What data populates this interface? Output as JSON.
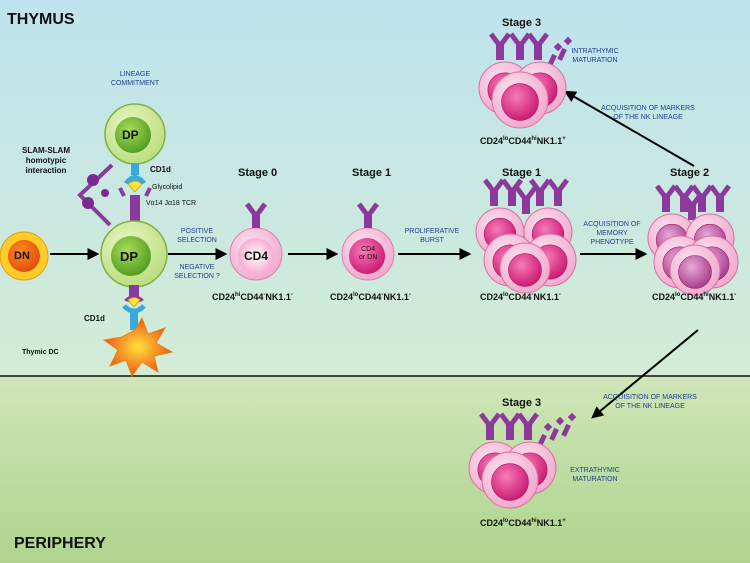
{
  "regions": {
    "thymus": "THYMUS",
    "periphery": "PERIPHERY"
  },
  "cells": {
    "dn": "DN",
    "dp": "DP",
    "cd4": "CD4",
    "cd4_or_dn_line1": "CD4",
    "cd4_or_dn_line2": "or DN"
  },
  "stages": {
    "stage0": "Stage 0",
    "stage1_thymus_small": "Stage 1",
    "stage1_proliferated": "Stage 1",
    "stage2": "Stage 2",
    "stage3_intrathymic": "Stage 3",
    "stage3_extrathymic": "Stage 3"
  },
  "labels": {
    "lineage_commitment": "LINEAGE COMMITMENT",
    "slam": "SLAM-SLAM homotypic interaction",
    "cd1d_upper": "CD1d",
    "glycolipid": "Glycolipid",
    "tcr": "Vα14 Jα18 TCR",
    "positive_selection": "POSITIVE SELECTION",
    "negative_selection": "NEGATIVE SELECTION ?",
    "cd1d_lower": "CD1d",
    "thymic_dc": "Thymic DC",
    "proliferative_burst": "PROLIFERATIVE BURST",
    "memory_phenotype": "ACQUISITION OF MEMORY PHENOTYPE",
    "nk_markers_top": "ACQUISITION OF MARKERS OF THE NK LINEAGE",
    "intrathymic": "INTRATHYMIC MATURATION",
    "nk_markers_bottom": "ACQUISITION OF MARKERS OF THE NK LINEAGE",
    "extrathymic": "EXTRATHYMIC MATURATION"
  },
  "phenotypes": {
    "stage0": {
      "a": "CD24",
      "a_sup": "hi",
      "b": "CD44",
      "b_sup": "-",
      "c": "NK1.1",
      "c_sup": "-"
    },
    "stage1a": {
      "a": "CD24",
      "a_sup": "lo",
      "b": "CD44",
      "b_sup": "-",
      "c": "NK1.1",
      "c_sup": "-"
    },
    "stage1b": {
      "a": "CD24",
      "a_sup": "lo",
      "b": "CD44",
      "b_sup": "-",
      "c": "NK1.1",
      "c_sup": "-"
    },
    "stage2": {
      "a": "CD24",
      "a_sup": "lo",
      "b": "CD44",
      "b_sup": "hi",
      "c": "NK1.1",
      "c_sup": "-"
    },
    "stage3_top": {
      "a": "CD24",
      "a_sup": "lo",
      "b": "CD44",
      "b_sup": "hi",
      "c": "NK1.1",
      "c_sup": "+"
    },
    "stage3_bottom": {
      "a": "CD24",
      "a_sup": "lo",
      "b": "CD44",
      "b_sup": "hi",
      "c": "NK1.1",
      "c_sup": "+"
    }
  },
  "colors": {
    "thymus_top": "#bfe3ee",
    "thymus_bottom": "#d3ecd6",
    "periphery_top": "#cfe6b8",
    "periphery_bottom": "#aed48d",
    "tcr_purple": "#8b3a9c",
    "cd1d_blue": "#37a9da",
    "dp_green": "#7cc23a",
    "dn_orange": "#f0a020",
    "pink_cell": "#e0338a",
    "light_pink": "#f6c2dd",
    "mauve_cell": "#c2539e",
    "label_blue": "#1f3f8f"
  }
}
